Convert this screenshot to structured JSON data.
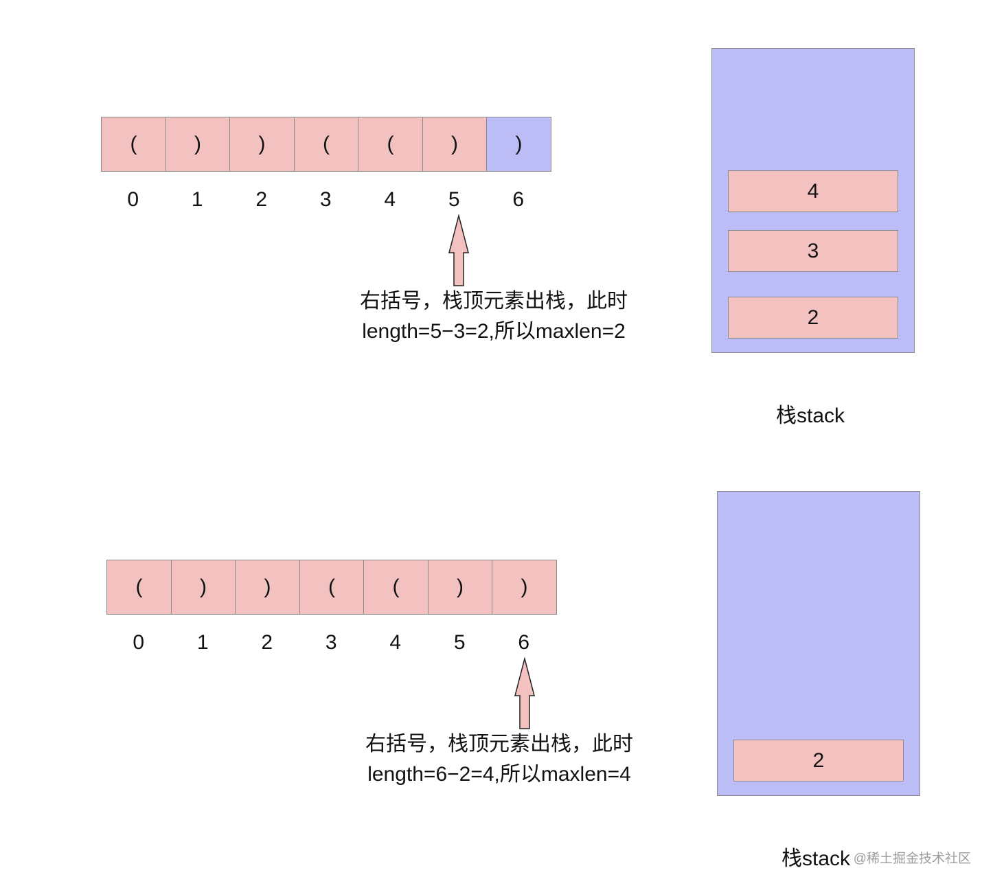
{
  "panels": [
    {
      "cells": [
        "(",
        ")",
        ")",
        "(",
        "(",
        ")",
        ")"
      ],
      "indices": [
        "0",
        "1",
        "2",
        "3",
        "4",
        "5",
        "6"
      ],
      "note_line1": "右括号，栈顶元素出栈，此时",
      "note_line2": "length=5−3=2,所以maxlen=2",
      "stack_items": [
        "4",
        "3",
        "2"
      ],
      "stack_label": "栈stack"
    },
    {
      "cells": [
        "(",
        ")",
        ")",
        "(",
        "(",
        ")",
        ")"
      ],
      "indices": [
        "0",
        "1",
        "2",
        "3",
        "4",
        "5",
        "6"
      ],
      "note_line1": "右括号，栈顶元素出栈，此时",
      "note_line2": "length=6−2=4,所以maxlen=4",
      "stack_items": [
        "2"
      ],
      "stack_label": "栈stack"
    }
  ],
  "watermark": "@稀土掘金技术社区",
  "colors": {
    "cell": "#f4c1c1",
    "highlight": "#bcbdf7",
    "border": "#8a8a8a"
  }
}
